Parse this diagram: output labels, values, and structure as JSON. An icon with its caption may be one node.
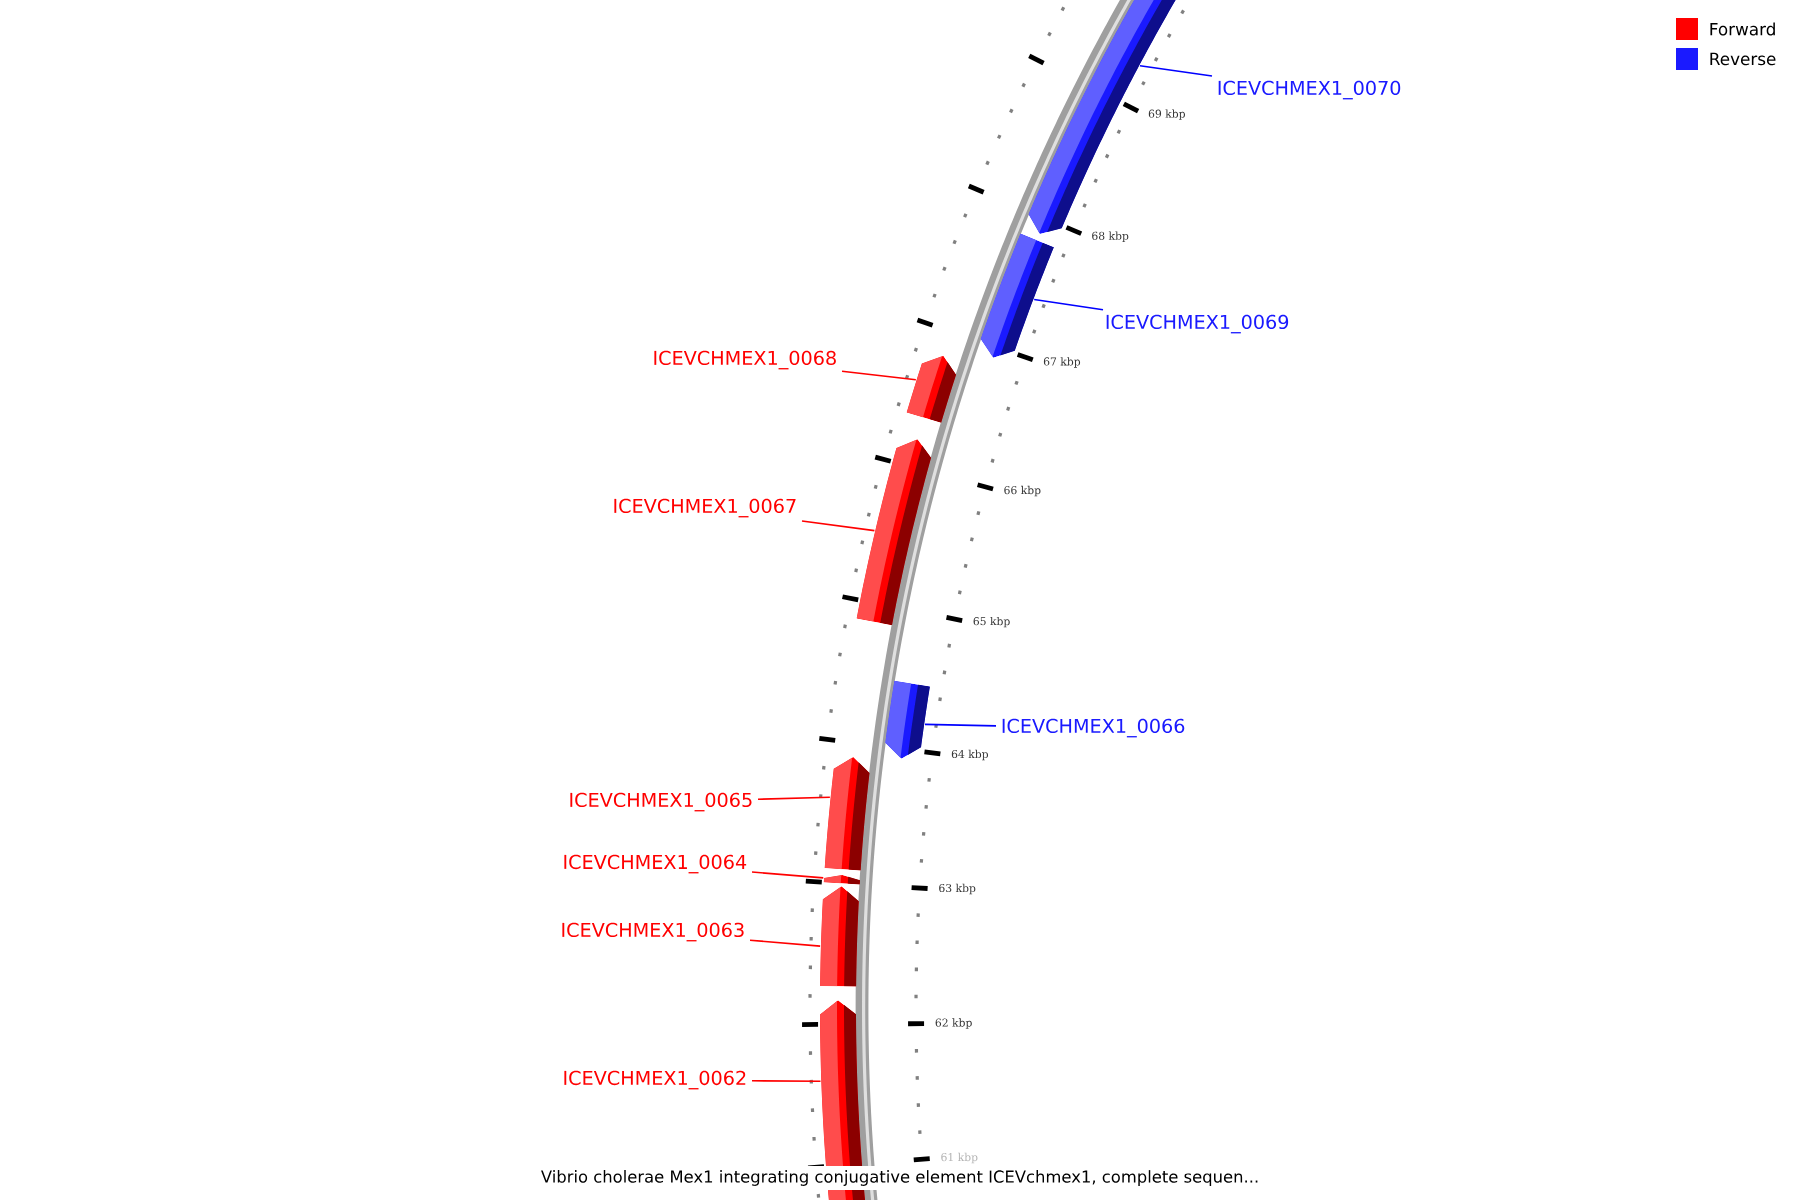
{
  "diagram": {
    "caption": "Vibrio cholerae Mex1 integrating conjugative element ICEVchmex1, complete sequen...",
    "nodes": [
      {
        "text": [
          "ICEVCHMEX1_0070"
        ]
      },
      {
        "text": [
          "ICEVCHMEX1_0069"
        ]
      },
      {
        "text": [
          "ICEVCHMEX1_0068"
        ]
      },
      {
        "text": [
          "ICEVCHMEX1_0067"
        ]
      },
      {
        "text": [
          "ICEVCHMEX1_0066"
        ]
      },
      {
        "text": [
          "ICEVCHMEX1_0065"
        ]
      },
      {
        "text": [
          "ICEVCHMEX1_0064"
        ]
      },
      {
        "text": [
          "ICEVCHMEX1_0063"
        ]
      },
      {
        "text": [
          "ICEVCHMEX1_0062"
        ]
      },
      {
        "text": [],
        "shape": "bar"
      },
      {
        "text": [],
        "shape": "bar"
      },
      {
        "text": [],
        "shape": "bar"
      },
      {
        "text": [],
        "shape": "bar"
      },
      {
        "text": [],
        "shape": "bar"
      },
      {
        "text": [],
        "shape": "bar"
      },
      {
        "text": [],
        "shape": "bar"
      },
      {
        "text": [],
        "shape": "bar"
      },
      {
        "text": [],
        "shape": "bar"
      }
    ],
    "edges": [
      {
        "from": 0,
        "to": 9,
        "arrow": "none",
        "color": "#0000ff"
      },
      {
        "from": 1,
        "to": 10,
        "arrow": "none",
        "color": "#0000ff"
      },
      {
        "from": 2,
        "to": 11,
        "arrow": "none"
      },
      {
        "from": 3,
        "to": 12,
        "arrow": "none"
      },
      {
        "from": 4,
        "to": 13,
        "arrow": "none",
        "color": "#0000ff"
      },
      {
        "from": 5,
        "to": 14,
        "arrow": "none"
      },
      {
        "from": 6,
        "to": 15,
        "arrow": "none"
      },
      {
        "from": 7,
        "to": 16,
        "arrow": "none"
      },
      {
        "from": 8,
        "to": 17,
        "arrow": "none"
      }
    ],
    "labels": [
      "69 kbp",
      "68 kbp",
      "67 kbp",
      "66 kbp",
      "65 kbp",
      "64 kbp",
      "63 kbp",
      "62 kbp",
      "61 kbp"
    ],
    "legend": [
      {
        "text": "Forward",
        "color": "#ff0000"
      },
      {
        "text": "Reverse",
        "color": "#1a1aff"
      }
    ]
  }
}
